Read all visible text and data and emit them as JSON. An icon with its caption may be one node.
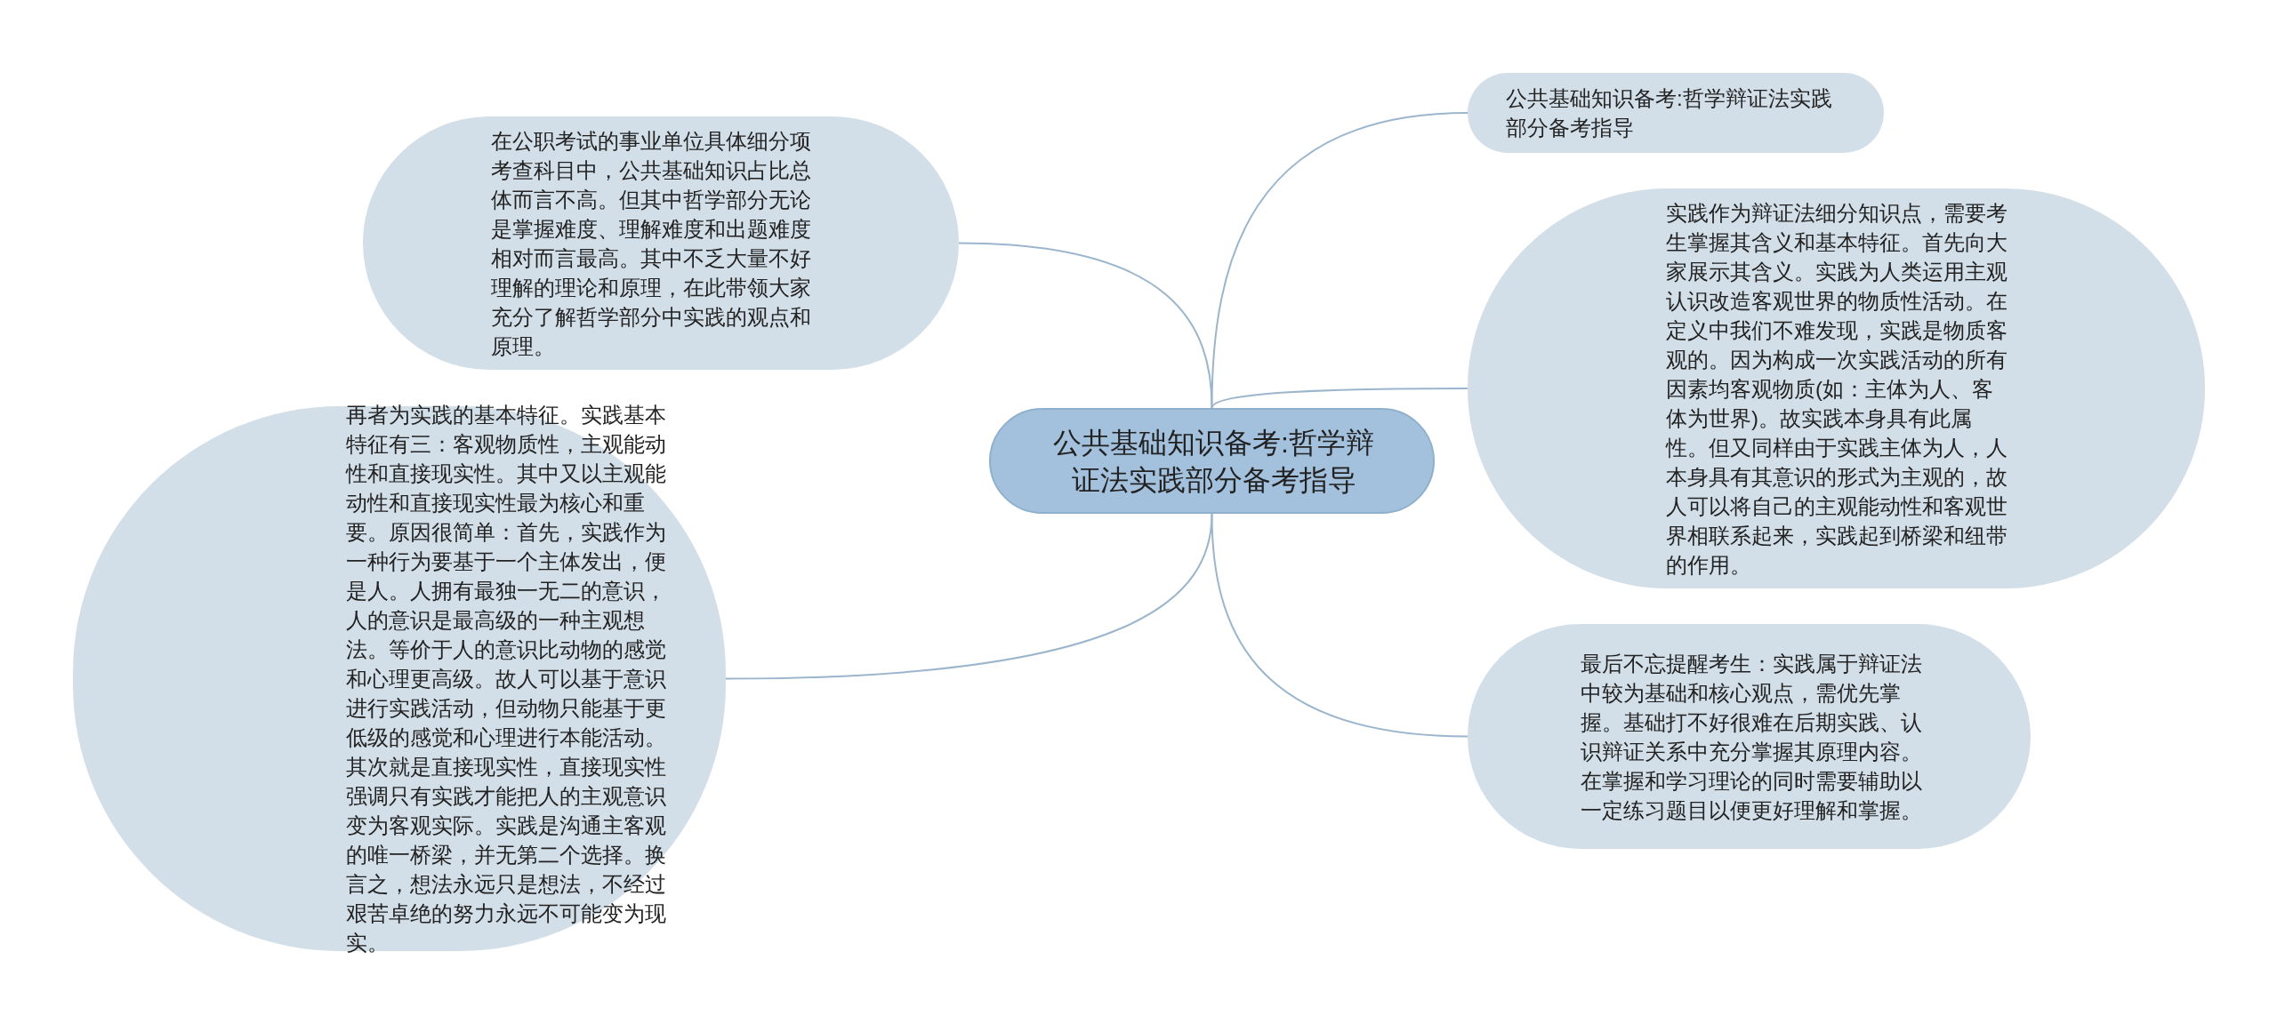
{
  "diagram": {
    "nodes": [
      {
        "text": [
          "公共基础知识备考:哲学辩证法实践部分备考指导"
        ]
      },
      {
        "text": [
          "在公职考试的事业单位具体细分项考查科目中，公共基础知识占比总体而言不高。但其中哲学部分无论是掌握难度、理解难度和出题难度相对而言最高。其中不乏大量不好理解的理论和原理，在此带领大家充分了解哲学部分中实践的观点和原理。"
        ]
      },
      {
        "text": [
          "再者为实践的基本特征。实践基本特征有三：客观物质性，主观能动性和直接现实性。其中又以主观能动性和直接现实性最为核心和重要。原因很简单：首先，实践作为一种行为要基于一个主体发出，便是人。人拥有最独一无二的意识，人的意识是最高级的一种主观想法。等价于人的意识比动物的感觉和心理更高级。故人可以基于意识进行实践活动，但动物只能基于更低级的感觉和心理进行本能活动。其次就是直接现实性，直接现实性强调只有实践才能把人的主观意识变为客观实际。实践是沟通主客观的唯一桥梁，并无第二个选择。换言之，想法永远只是想法，不经过艰苦卓绝的努力永远不可能变为现实。"
        ]
      },
      {
        "text": [
          "公共基础知识备考:哲学辩证法实践部分备考指导"
        ]
      },
      {
        "text": [
          "实践作为辩证法细分知识点，需要考生掌握其含义和基本特征。首先向大家展示其含义。实践为人类运用主观认识改造客观世界的物质性活动。在定义中我们不难发现，实践是物质客观的。因为构成一次实践活动的所有因素均客观物质(如：主体为人、客体为世界)。故实践本身具有此属性。但又同样由于实践主体为人，人本身具有其意识的形式为主观的，故人可以将自己的主观能动性和客观世界相联系起来，实践起到桥梁和纽带的作用。"
        ]
      },
      {
        "text": [
          "最后不忘提醒考生：实践属于辩证法中较为基础和核心观点，需优先掌握。基础打不好很难在后期实践、认识辩证关系中充分掌握其原理内容。在掌握和学习理论的同时需要辅助以一定练习题目以便更好理解和掌握。"
        ]
      }
    ],
    "edges": [
      {
        "from": 0,
        "to": 1,
        "arrow": "none"
      },
      {
        "from": 0,
        "to": 2,
        "arrow": "none"
      },
      {
        "from": 0,
        "to": 3,
        "arrow": "none"
      },
      {
        "from": 0,
        "to": 4,
        "arrow": "none"
      },
      {
        "from": 0,
        "to": 5,
        "arrow": "none"
      }
    ]
  }
}
